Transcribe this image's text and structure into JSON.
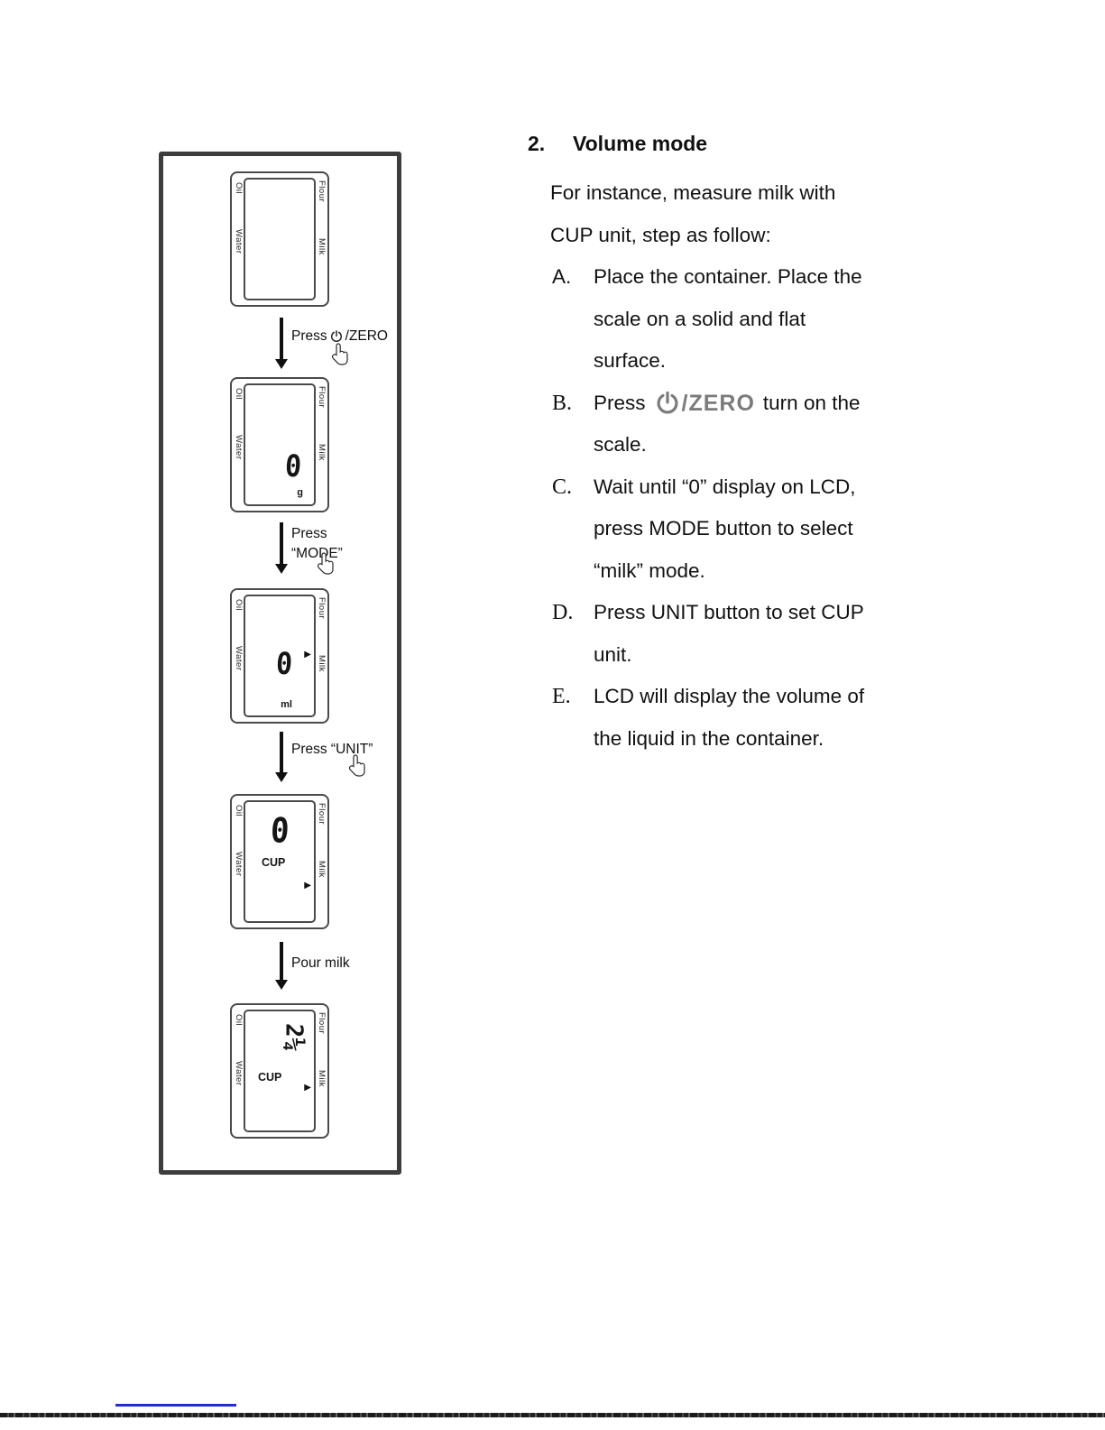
{
  "flowchart": {
    "bezel": {
      "oil": "Oil",
      "water": "Water",
      "flour": "Flour",
      "milk": "Milk"
    },
    "pointer_icon": "▶",
    "arrows": [
      {
        "prefix": "Press",
        "suffix": "/ZERO"
      },
      {
        "line1": "Press",
        "line2": "“MODE”"
      },
      {
        "label": "Press “UNIT”"
      },
      {
        "label": "Pour milk"
      }
    ],
    "lcds": [
      {
        "value": "",
        "unit": ""
      },
      {
        "value": "0",
        "unit": "g"
      },
      {
        "value": "0",
        "unit": "ml"
      },
      {
        "value": "0",
        "unit": "CUP"
      },
      {
        "value": "2¼",
        "unit": "CUP"
      }
    ]
  },
  "content": {
    "section_number": "2.",
    "section_title": "Volume mode",
    "intro": [
      "For instance, measure milk with",
      "CUP unit, step as follow:"
    ],
    "steps": [
      {
        "letter": "A.",
        "lines": [
          "Place the container. Place the",
          "scale on a solid and flat",
          "surface."
        ]
      },
      {
        "letter": "B.",
        "pre": "Press",
        "zero": "/ZERO",
        "post": "turn on the",
        "lines": [
          "scale."
        ]
      },
      {
        "letter": "C.",
        "lines": [
          "Wait until “0” display on LCD,",
          "press MODE button to select",
          "“milk” mode."
        ]
      },
      {
        "letter": "D.",
        "lines": [
          "Press UNIT button to set CUP",
          "unit."
        ]
      },
      {
        "letter": "E.",
        "lines": [
          "LCD will display the volume of",
          "the liquid in the container."
        ]
      }
    ]
  }
}
